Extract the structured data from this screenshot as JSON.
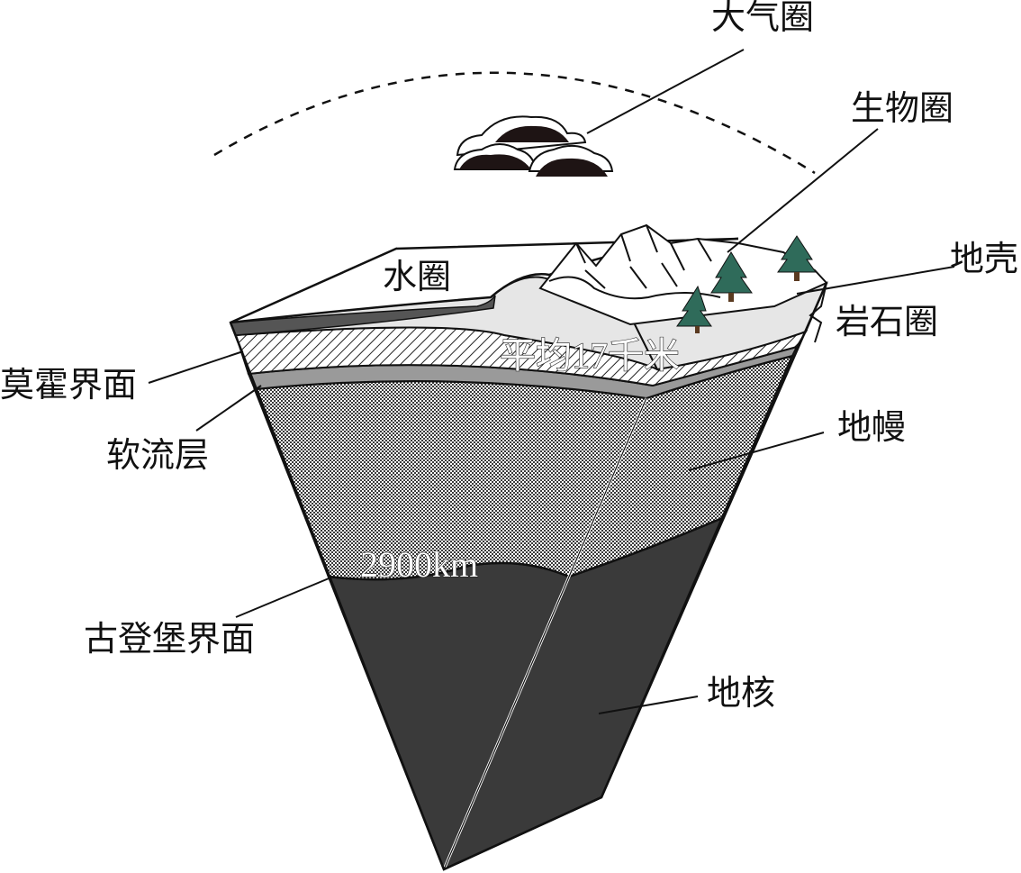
{
  "labels": {
    "atmosphere": "大气圈",
    "biosphere": "生物圈",
    "crust": "地壳",
    "lithosphere": "岩石圈",
    "hydrosphere": "水圈",
    "moho": "莫霍界面",
    "asthenosphere": "软流层",
    "mantle": "地幔",
    "gutenberg": "古登堡界面",
    "core": "地核",
    "crust_depth": "平均17千米",
    "core_depth": "2900km"
  },
  "colors": {
    "core": "#3a3a3a",
    "asthenosphere": "#9a9a9a",
    "crust_surface": "#e6e6e6",
    "ocean_edge": "#555555",
    "tree": "#2f6b5a",
    "cloud": "#1e1414"
  }
}
